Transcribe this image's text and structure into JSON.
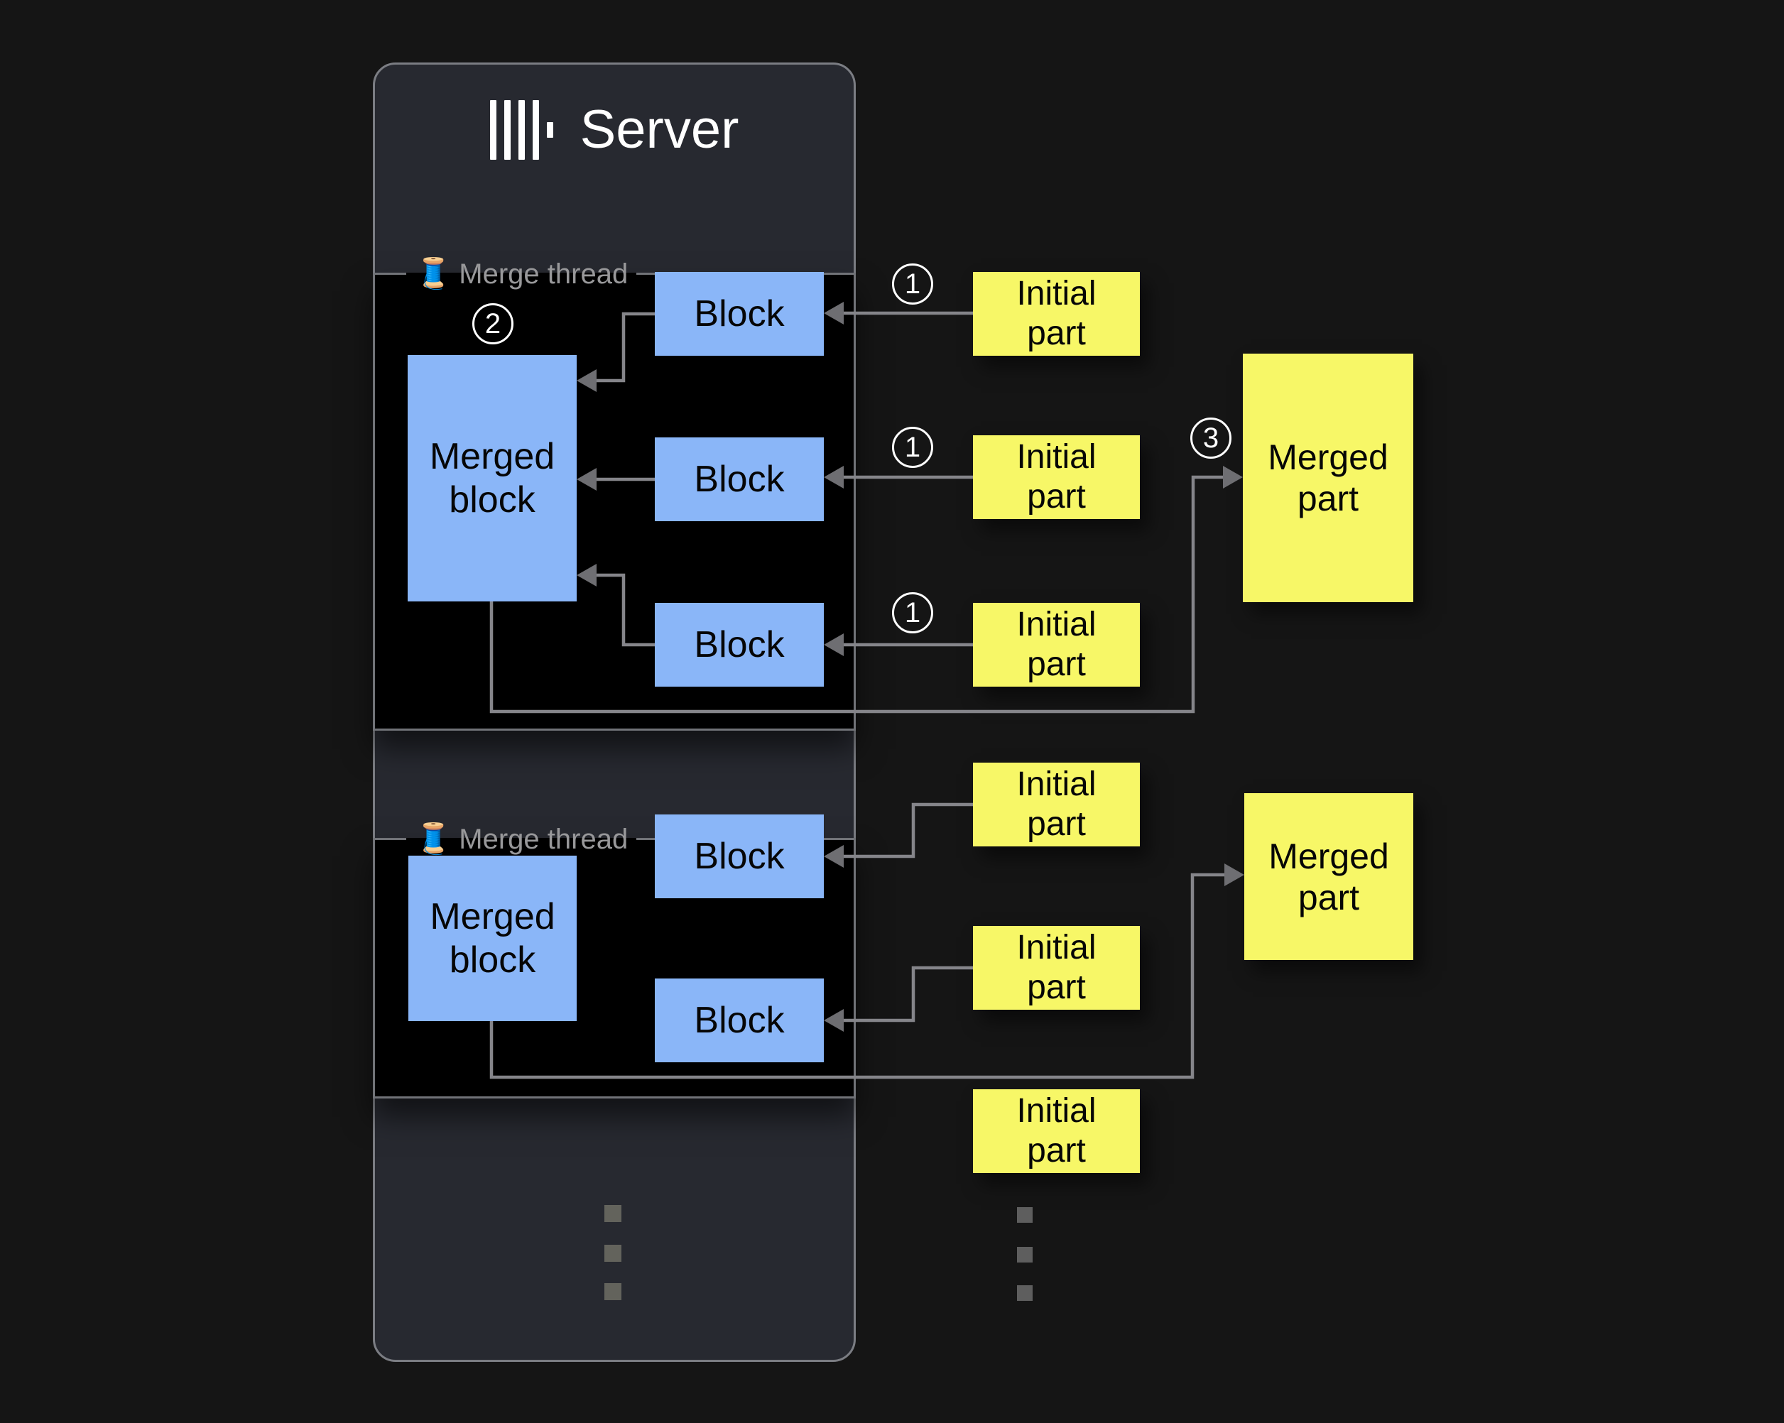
{
  "server": {
    "title": "Server"
  },
  "icons": {
    "logo": "clickhouse-logo",
    "thread": "🧵"
  },
  "labels": {
    "merge_thread": "Merge thread",
    "block": "Block",
    "merged_block": [
      "Merged",
      "block"
    ],
    "initial_part": [
      "Initial",
      "part"
    ],
    "merged_part": [
      "Merged",
      "part"
    ]
  },
  "steps": {
    "one": "1",
    "two": "2",
    "three": "3"
  },
  "colors": {
    "bg": "#151515",
    "panel": "#272930",
    "block-blue": "#8ab6f8",
    "part-yellow": "#f7f767",
    "wire": "#85858a"
  }
}
